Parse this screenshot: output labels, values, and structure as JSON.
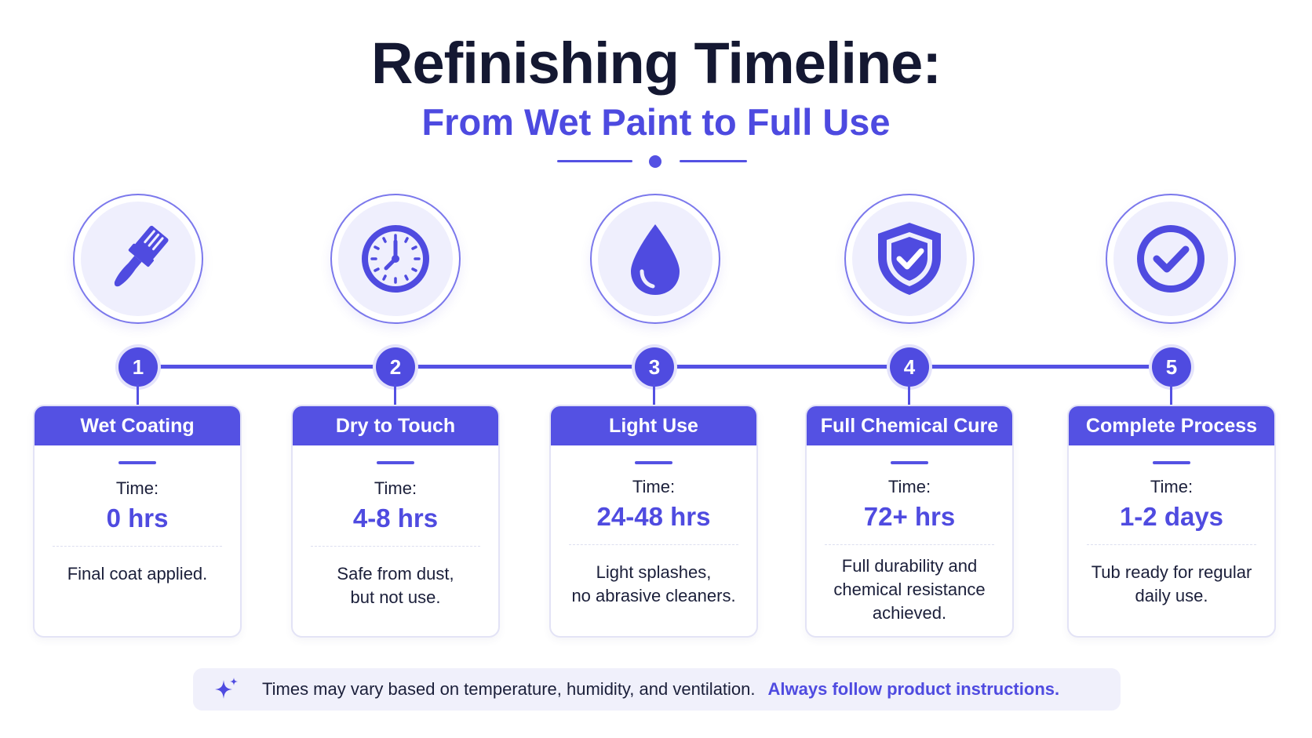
{
  "title": "Refinishing Timeline:",
  "subtitle": "From Wet Paint to Full Use",
  "accent_color": "#5451e3",
  "steps": [
    {
      "number": "1",
      "icon": "paintbrush-icon",
      "stage": "Wet Coating",
      "time_label": "Time:",
      "time": "0 hrs",
      "description_lines": [
        "Final coat applied."
      ]
    },
    {
      "number": "2",
      "icon": "clock-icon",
      "stage": "Dry to Touch",
      "time_label": "Time:",
      "time": "4-8 hrs",
      "description_lines": [
        "Safe from dust,",
        "but not use."
      ]
    },
    {
      "number": "3",
      "icon": "water-drop-icon",
      "stage": "Light Use",
      "time_label": "Time:",
      "time": "24-48 hrs",
      "description_lines": [
        "Light splashes,",
        "no abrasive cleaners."
      ]
    },
    {
      "number": "4",
      "icon": "shield-check-icon",
      "stage": "Full Chemical Cure",
      "time_label": "Time:",
      "time": "72+ hrs",
      "description_lines": [
        "Full durability and",
        "chemical resistance",
        "achieved."
      ]
    },
    {
      "number": "5",
      "icon": "check-circle-icon",
      "stage": "Complete Process",
      "time_label": "Time:",
      "time": "1-2 days",
      "description_lines": [
        "Tub ready for regular",
        "daily use."
      ]
    }
  ],
  "footer": {
    "icon": "sparkle-icon",
    "note": "Times may vary based on temperature, humidity, and ventilation.",
    "emphasis": "Always follow product instructions."
  }
}
